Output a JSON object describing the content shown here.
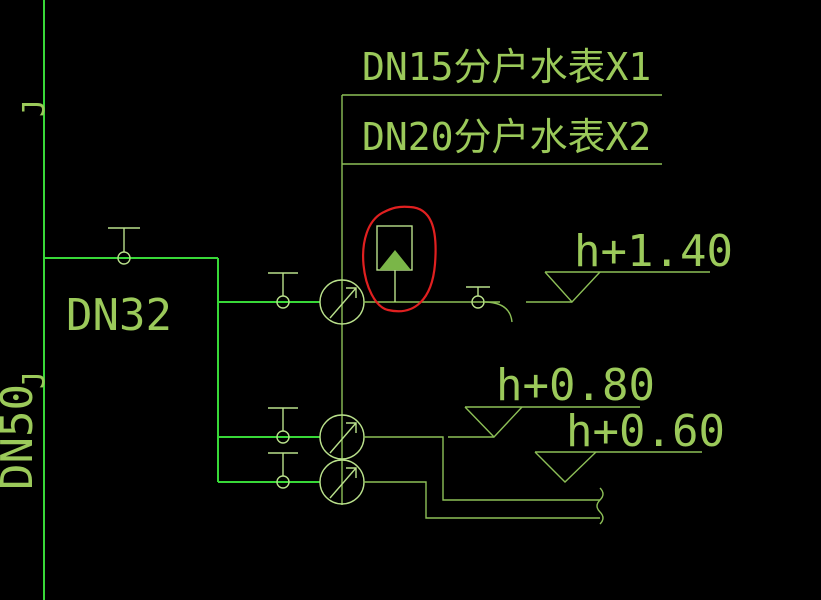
{
  "labels": {
    "meter_dn15": "DN15分户水表X1",
    "meter_dn20": "DN20分户水表X2",
    "pipe_dn32": "DN32",
    "riser_dn50": "DN50",
    "riser_mark_upper": "J",
    "riser_mark_lower": "J",
    "elev_140": "h+1.40",
    "elev_080": "h+0.80",
    "elev_060": "h+0.60"
  },
  "colors": {
    "background": "#000000",
    "riser": "#38d838",
    "pipe": "#8dbf57",
    "text": "#9bc95a",
    "annotation_circle": "#e02020",
    "valve_fill": "#7ab648"
  }
}
